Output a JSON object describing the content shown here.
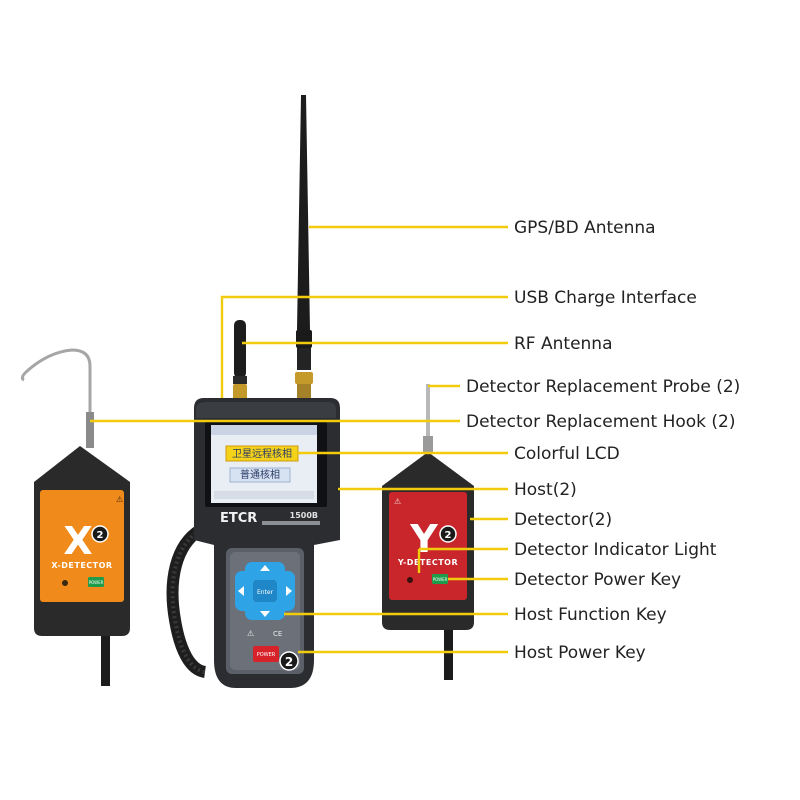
{
  "accent_color": "#f2cc0c",
  "callouts": [
    {
      "id": "gps-bd-antenna",
      "text": "GPS/BD Antenna"
    },
    {
      "id": "usb-charge-interface",
      "text": "USB Charge Interface"
    },
    {
      "id": "rf-antenna",
      "text": "RF Antenna"
    },
    {
      "id": "detector-replacement-probe",
      "text": "Detector Replacement Probe (2)"
    },
    {
      "id": "detector-replacement-hook",
      "text": "Detector Replacement Hook (2)"
    },
    {
      "id": "colorful-lcd",
      "text": "Colorful LCD"
    },
    {
      "id": "host",
      "text": "Host(2)"
    },
    {
      "id": "detector",
      "text": "Detector(2)"
    },
    {
      "id": "detector-indicator-light",
      "text": "Detector Indicator Light"
    },
    {
      "id": "detector-power-key",
      "text": "Detector Power Key"
    },
    {
      "id": "host-function-key",
      "text": "Host Function Key"
    },
    {
      "id": "host-power-key",
      "text": "Host Power Key"
    }
  ],
  "device": {
    "brand": "ETCR",
    "model": "1500B",
    "lcd_button_primary": "卫星远程核相",
    "lcd_button_secondary": "普通核相",
    "ok_key": "Enter",
    "power_key": "POWER",
    "quantity_badge": "2"
  },
  "x_detector": {
    "letter": "X",
    "badge": "2",
    "label": "X-DETECTOR",
    "power_key": "POWER"
  },
  "y_detector": {
    "letter": "Y",
    "badge": "2",
    "label": "Y-DETECTOR",
    "power_key": "POWER"
  },
  "colors": {
    "x_detector_face": "#f08a1a",
    "y_detector_face": "#c8262a",
    "host_body": "#2b2d31",
    "keypad_blue": "#2ea3e6",
    "leader_line": "#f2cc0c"
  }
}
